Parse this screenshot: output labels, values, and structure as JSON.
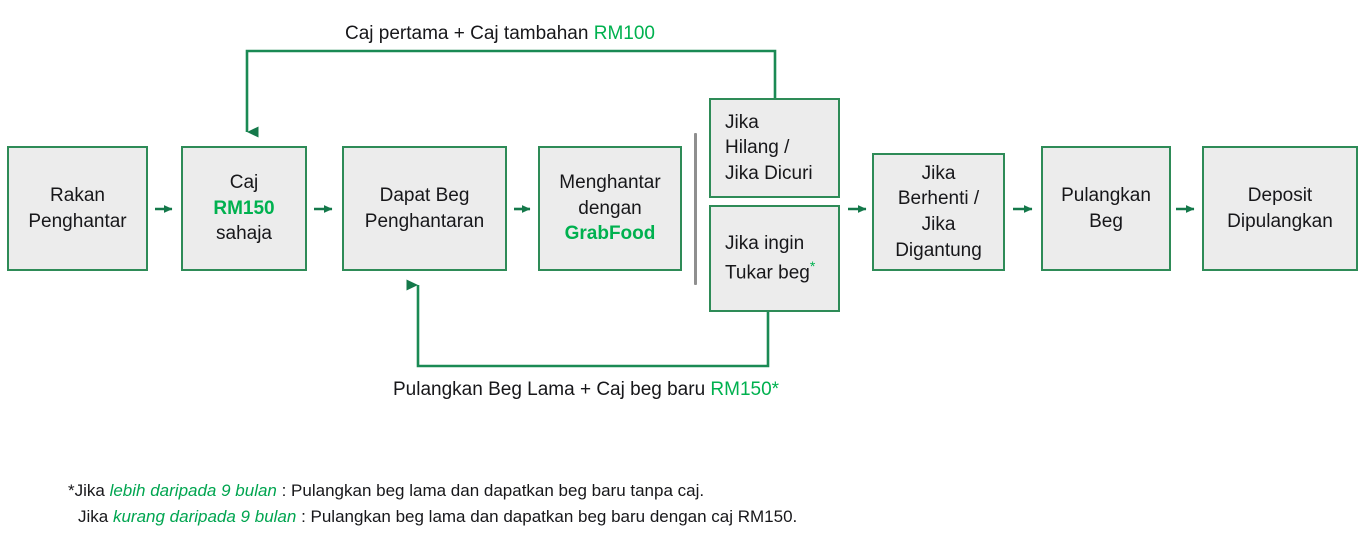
{
  "theme": {
    "box_fill": "#ececec",
    "box_border": "#2e8b57",
    "accent_green": "#00b14f",
    "italic_green": "#00a550",
    "text_color": "#17171a",
    "bracket_gray": "#8f8f8f",
    "background": "#ffffff"
  },
  "diagram": {
    "type": "flowchart",
    "orientation": "left-to-right",
    "language": "ms"
  },
  "nodes": {
    "rakan_penghantar": {
      "line1": "Rakan",
      "line2": "Penghantar"
    },
    "caj_rm150": {
      "line1": "Caj",
      "line2": "RM150",
      "line3": "sahaja"
    },
    "dapat_beg": {
      "line1": "Dapat Beg",
      "line2": "Penghantaran"
    },
    "menghantar": {
      "line1": "Menghantar",
      "line2": "dengan",
      "line3": "GrabFood"
    },
    "jika_hilang": {
      "line1": "Jika",
      "line2": "Hilang /",
      "line3": "Jika Dicuri"
    },
    "jika_tukar": {
      "line1": "Jika ingin",
      "line2": "Tukar beg",
      "star": "*"
    },
    "jika_berhenti": {
      "line1": "Jika",
      "line2": "Berhenti /",
      "line3": "Jika",
      "line4": "Digantung"
    },
    "pulangkan_beg": {
      "line1": "Pulangkan",
      "line2": "Beg"
    },
    "deposit": {
      "line1": "Deposit",
      "line2": "Dipulangkan"
    }
  },
  "edge_labels": {
    "top_loop": {
      "text": "Caj pertama + Caj tambahan ",
      "amount": "RM100"
    },
    "bottom_loop": {
      "text": "Pulangkan Beg Lama + Caj beg baru ",
      "amount": "RM150*"
    }
  },
  "footnotes": {
    "line1_prefix": "*Jika ",
    "line1_em": "lebih daripada 9 bulan",
    "line1_suffix": " : Pulangkan beg lama dan dapatkan beg baru tanpa caj.",
    "line2_prefix": "Jika ",
    "line2_em": "kurang daripada 9 bulan",
    "line2_suffix": " : Pulangkan beg lama dan dapatkan beg baru dengan caj RM150."
  }
}
